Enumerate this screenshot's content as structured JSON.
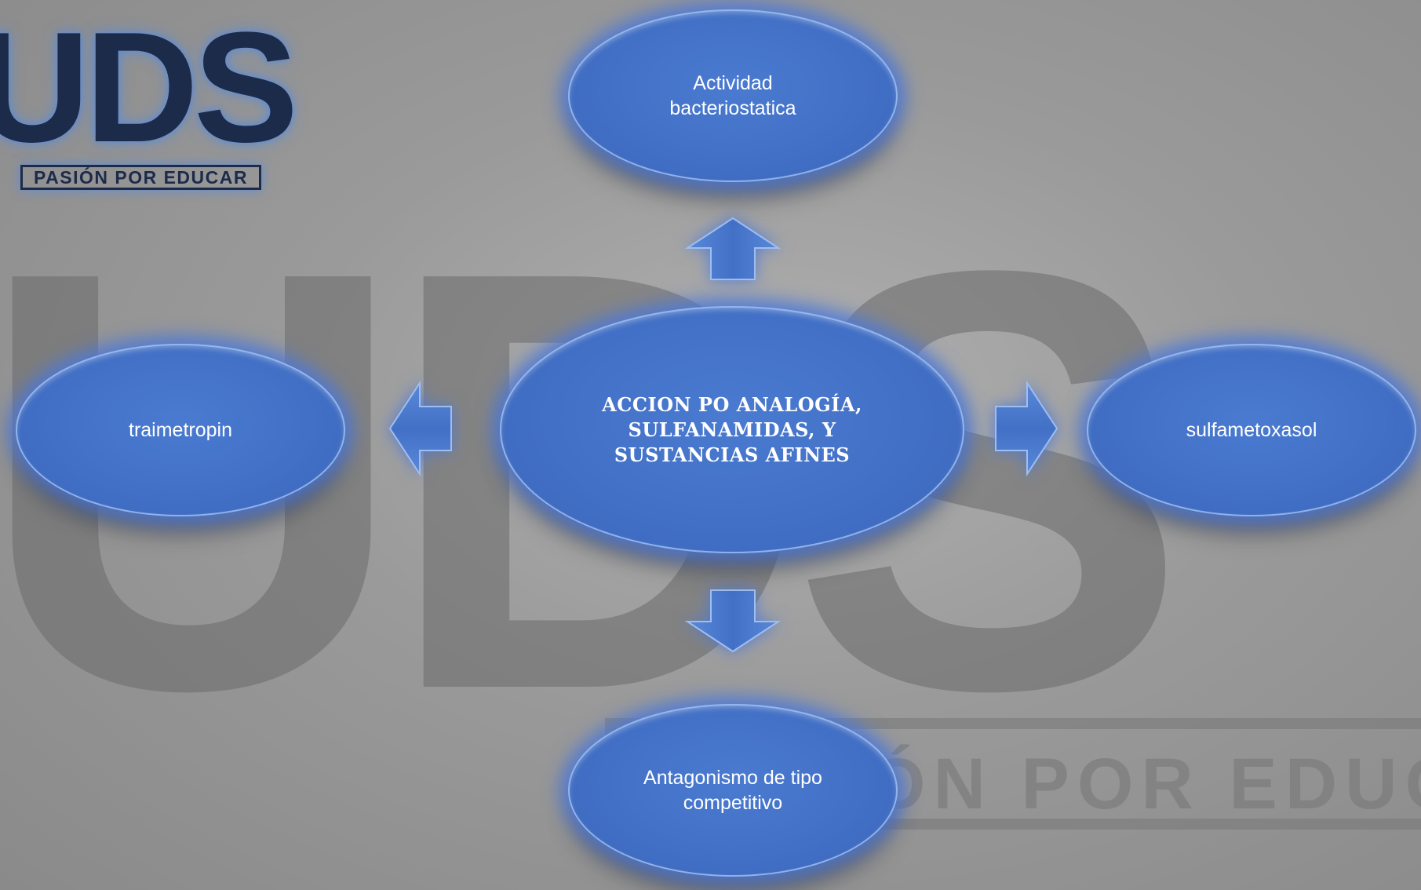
{
  "logo": {
    "text": "UDS",
    "tagline": "PASIÓN POR EDUCAR"
  },
  "watermark": {
    "text": "UDS",
    "tagline": "PASIÓN POR EDUCAR"
  },
  "diagram": {
    "center": {
      "label": "ACCION PO ANALOGÍA,\nSULFANAMIDAS, Y\nSUSTANCIAS AFINES"
    },
    "top": {
      "label": "Actividad\nbacteriostatica"
    },
    "left": {
      "label": "traimetropin"
    },
    "right": {
      "label": "sulfametoxasol"
    },
    "bottom": {
      "label": "Antagonismo de tipo\ncompetitivo"
    }
  },
  "colors": {
    "node_fill": "#4270c6",
    "node_glow": "#4c78d7",
    "logo_navy": "#1c2b4a",
    "background": "#9a9a9a"
  }
}
